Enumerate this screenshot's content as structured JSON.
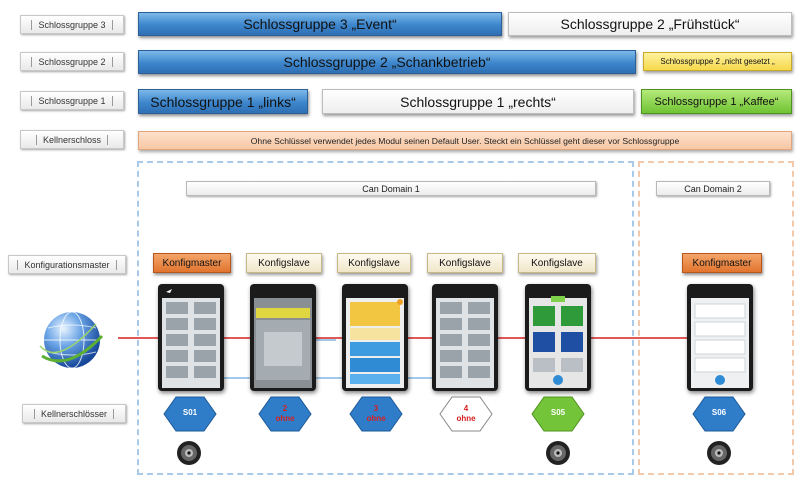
{
  "row_labels": {
    "schlossgruppe3": "Schlossgruppe 3",
    "schlossgruppe2": "Schlossgruppe 2",
    "schlossgruppe1": "Schlossgruppe 1",
    "kellnerschloss": "Kellnerschloss",
    "konfigurationsmaster": "Konfigurationsmaster",
    "kellnerschloesser": "Kellnerschlösser"
  },
  "groups": {
    "sg3_event": "Schlossgruppe 3 „Event“",
    "sg2_fruehstueck": "Schlossgruppe 2 „Frühstück“",
    "sg2_schankbetrieb": "Schlossgruppe 2  „Schankbetrieb“",
    "sg2_nicht_gesetzt": "Schlossgruppe 2 „nicht gesetzt „",
    "sg1_links": "Schlossgruppe 1 „links“",
    "sg1_rechts": "Schlossgruppe 1 „rechts“",
    "sg1_kaffee": "Schlossgruppe 1 „Kaffee“"
  },
  "kellnerschloss_note": "Ohne Schlüssel verwendet jedes Modul seinen Default User. Steckt ein Schlüssel geht dieser vor Schlossgruppe",
  "domains": {
    "can1": "Can Domain 1",
    "can2": "Can Domain 2"
  },
  "modules": [
    {
      "role": "Konfigmaster",
      "lock_line1": "S01",
      "lock_line2": ""
    },
    {
      "role": "Konfigslave",
      "lock_line1": "2",
      "lock_line2": "ohne"
    },
    {
      "role": "Konfigslave",
      "lock_line1": "3",
      "lock_line2": "ohne"
    },
    {
      "role": "Konfigslave",
      "lock_line1": "4",
      "lock_line2": "ohne"
    },
    {
      "role": "Konfigslave",
      "lock_line1": "S05",
      "lock_line2": ""
    },
    {
      "role": "Konfigmaster",
      "lock_line1": "S06",
      "lock_line2": ""
    }
  ],
  "colors": {
    "group_blue": "#3d86cc",
    "group_yellow": "#f6d84a",
    "group_green": "#6fc333",
    "master_orange": "#e2742e",
    "network_red": "#d62020",
    "bus_blue": "#6aa8dd",
    "lock_text_red": "#d62020"
  },
  "icons": [
    "globe-icon",
    "speaker-icon",
    "hexagon-lock-icon"
  ]
}
